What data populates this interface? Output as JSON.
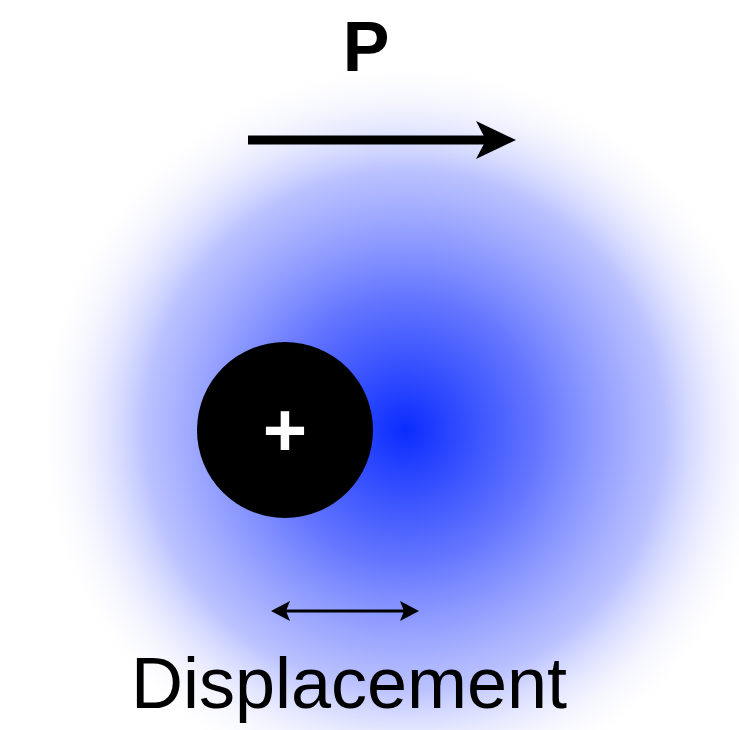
{
  "diagram": {
    "nodes": [
      {
        "text": [
          "+"
        ]
      }
    ],
    "labels": [
      "P",
      "Displacement"
    ]
  }
}
